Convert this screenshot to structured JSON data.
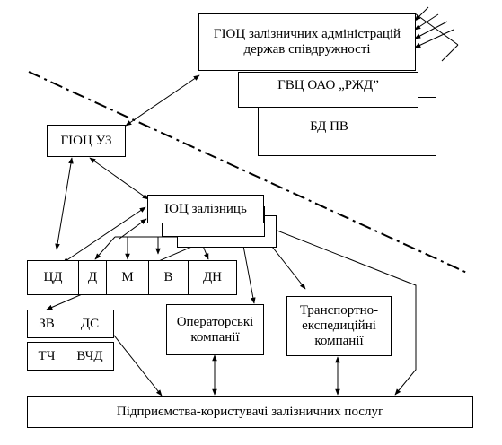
{
  "nodes": {
    "gioc_admin": "ГІОЦ залізничних адміністрацій держав співдружності",
    "gvc_rzd": "ГВЦ ОАО „РЖД”",
    "bd_pv": "БД ПВ",
    "gioc_uz": "ГІОЦ УЗ",
    "ioc": "ІОЦ залізниць",
    "row1": [
      "ЦД",
      "Д",
      "М",
      "В",
      "ДН"
    ],
    "zv": "ЗВ",
    "ds": "ДС",
    "tch": "ТЧ",
    "vchd": "ВЧД",
    "operators": "Операторські компанії",
    "forwarders": "Транспортно-експедиційні компанії",
    "enterprises": "Підприємства-користувачі залізничних послуг"
  }
}
